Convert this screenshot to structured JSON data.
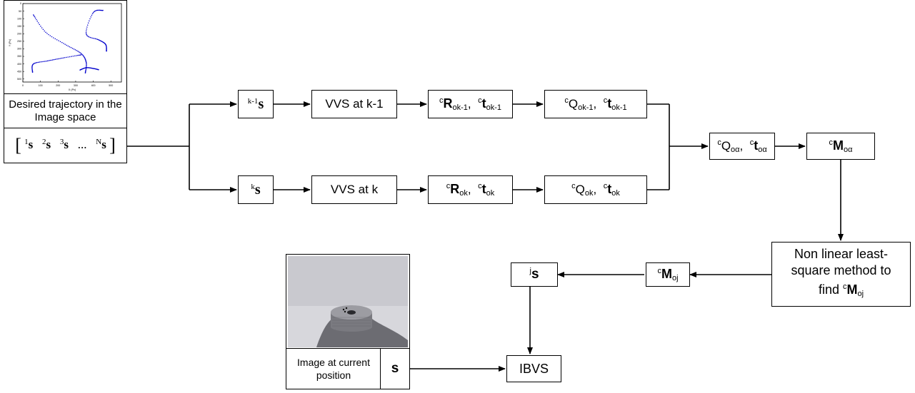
{
  "trajectory": {
    "caption": "Desired trajectory in the Image space",
    "vector_sup": [
      "1",
      "2",
      "3",
      "N"
    ],
    "vector_sym": "s",
    "ellipsis": "...",
    "x_axis_title": "X (Px)",
    "y_axis_title": "Y (Px)",
    "x_ticks": [
      "0",
      "100",
      "200",
      "300",
      "400",
      "500"
    ],
    "y_ticks": [
      "0",
      "50",
      "100",
      "150",
      "200",
      "250",
      "300",
      "350",
      "400",
      "450",
      "500"
    ],
    "series_color": "#0000cc"
  },
  "upper_branch": {
    "s_sup": "k-1",
    "s_sym": "s",
    "vvs_label": "VVS at k-1",
    "R_sup": "c",
    "R_sym": "R",
    "R_sub": "ok-1",
    "t_sup": "c",
    "t_sym": "t",
    "t_sub": "ok-1",
    "Q_sup": "c",
    "Q_sym": "Q",
    "Q_sub": "ok-1",
    "tq_sup": "c",
    "tq_sym": "t",
    "tq_sub": "ok-1"
  },
  "lower_branch": {
    "s_sup": "k",
    "s_sym": "s",
    "vvs_label": "VVS at k",
    "R_sup": "c",
    "R_sym": "R",
    "R_sub": "ok",
    "t_sup": "c",
    "t_sym": "t",
    "t_sub": "ok",
    "Q_sup": "c",
    "Q_sym": "Q",
    "Q_sub": "ok",
    "tq_sup": "c",
    "tq_sym": "t",
    "tq_sub": "ok"
  },
  "interp": {
    "Q_sup": "c",
    "Q_sym": "Q",
    "Q_sub": "oα",
    "t_sup": "c",
    "t_sym": "t",
    "t_sub": "oα",
    "M_sup": "c",
    "M_sym": "M",
    "M_sub": "oα"
  },
  "optim": {
    "label": "Non linear least-square method to find",
    "M_sup": "c",
    "M_sym": "M",
    "M_sub": "oj"
  },
  "mj": {
    "M_sup": "c",
    "M_sym": "M",
    "M_sub": "oj"
  },
  "sj": {
    "s_sup": "j",
    "s_sym": "s"
  },
  "ibvs": {
    "label": "IBVS"
  },
  "current": {
    "caption": "Image at current position",
    "s_sym": "s",
    "bg_color": "#d7d7dc",
    "object_color": "#7a7a80"
  }
}
